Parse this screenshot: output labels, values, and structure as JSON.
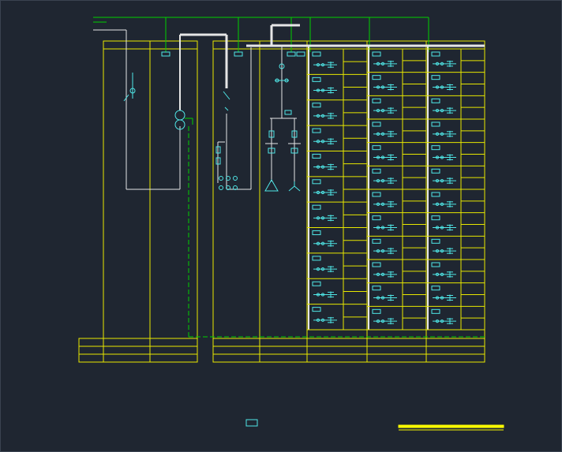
{
  "drawing": {
    "colors": {
      "background": "#1f2631",
      "frame": "#e8e800",
      "bus": "#00d000",
      "wire": "#e6e6e6",
      "device": "#4fe6e6",
      "title_bar": "#ffff00"
    },
    "left_panel": {
      "devices": [
        "surge-arrester",
        "disconnect-switch",
        "voltage-transformer"
      ]
    },
    "center_panel": {
      "devices": [
        "incoming-switch",
        "fuse",
        "metering-group",
        "current-transformers",
        "meter-triangle",
        "meter-star"
      ]
    },
    "feeder_columns": [
      {
        "rows": 11
      },
      {
        "rows": 12
      },
      {
        "rows": 12
      }
    ]
  }
}
